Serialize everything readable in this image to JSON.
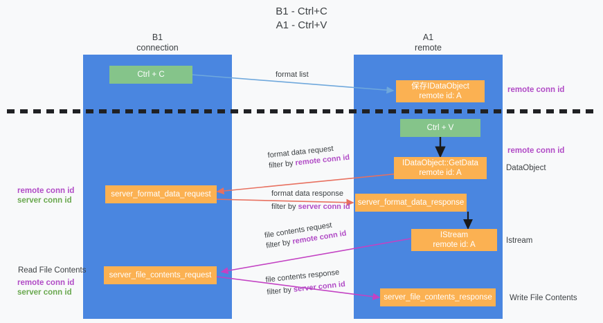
{
  "title": {
    "line1": "B1 - Ctrl+C",
    "line2": "A1 - Ctrl+V"
  },
  "columns": [
    {
      "name": "B1",
      "sub": "connection"
    },
    {
      "name": "A1",
      "sub": "remote"
    }
  ],
  "nodes": {
    "ctrl_c": {
      "label": "Ctrl + C"
    },
    "ctrl_v": {
      "label": "Ctrl + V"
    },
    "save_idataobject": {
      "line1": "保存IDataObject",
      "line2": "remote id: A"
    },
    "getdata": {
      "line1": "IDataObject::GetData",
      "line2": "remote id: A"
    },
    "istream": {
      "line1": "IStream",
      "line2": "remote id: A"
    },
    "server_format_data_request": {
      "label": "server_format_data_request"
    },
    "server_format_data_response": {
      "label": "server_format_data_response"
    },
    "server_file_contents_request": {
      "label": "server_file_contents_request"
    },
    "server_file_contents_response": {
      "label": "server_file_contents_response"
    }
  },
  "edges": {
    "format_list": {
      "label": "format list"
    },
    "format_data_request": {
      "line1": "format data request",
      "prefix": "filter by ",
      "emph": "remote conn id"
    },
    "format_data_response": {
      "line1": "format data response",
      "prefix": "filter by ",
      "emph": "server conn id"
    },
    "file_contents_request": {
      "line1": "file contents request",
      "prefix": "filter by ",
      "emph": "remote conn id"
    },
    "file_contents_response": {
      "line1": "file contents response",
      "prefix": "filter by ",
      "emph": "server conn id"
    }
  },
  "annotations": {
    "right_remote_conn_id_top": "remote conn id",
    "right_remote_conn_id_mid": "remote conn id",
    "right_dataobject": "DataObject",
    "right_istream": "Istream",
    "right_write_file_contents": "Write File Contents",
    "left_remote_conn_id": "remote conn id",
    "left_server_conn_id": "server conn id",
    "left_read_file_contents": "Read File Contents",
    "left_remote_conn_id_2": "remote conn id",
    "left_server_conn_id_2": "server conn id"
  },
  "colors": {
    "lane": "#4a86e0",
    "green_node": "#85c48a",
    "orange_node": "#fbb152",
    "purple": "#b14cc6",
    "green_text": "#6aa84f",
    "arrow_blue": "#6fa8dc",
    "arrow_red": "#e8705f",
    "arrow_magenta": "#c342c3",
    "divider": "#202124"
  }
}
